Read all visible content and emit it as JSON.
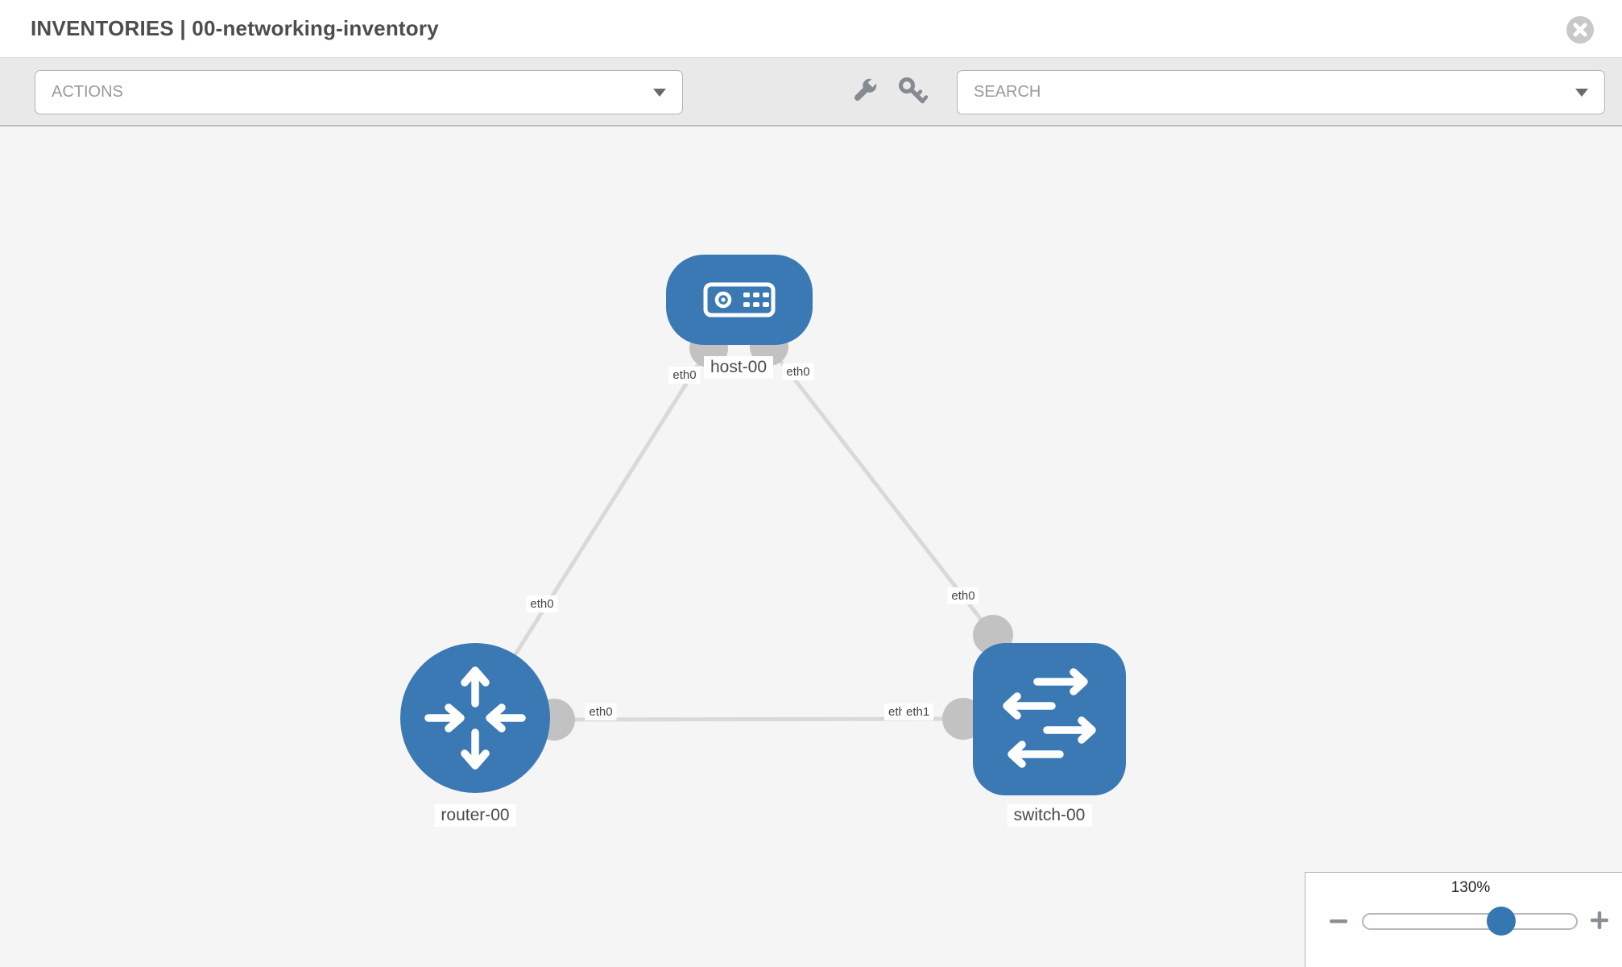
{
  "header": {
    "title": "INVENTORIES | 00-networking-inventory"
  },
  "toolbar": {
    "actions_label": "ACTIONS",
    "search_label": "SEARCH"
  },
  "topology": {
    "nodes": [
      {
        "label": "host-00",
        "type": "host"
      },
      {
        "label": "router-00",
        "type": "router"
      },
      {
        "label": "switch-00",
        "type": "switch"
      }
    ],
    "interface_labels": {
      "host_end_to_router": "eth0",
      "host_end_to_switch": "eth0",
      "router_end_to_host": "eth0",
      "switch_end_to_host": "eth0",
      "router_end_to_switch": "eth0",
      "switch_end_to_router_back": "eth0",
      "switch_end_to_router": "eth1"
    }
  },
  "zoom_control": {
    "level": "130%"
  },
  "icons": {
    "close": "circle-x",
    "tools": [
      "wrench",
      "key"
    ],
    "dropdown": "chevron-down"
  },
  "colors": {
    "node_blue": "#3a79b4",
    "link_gray": "#d9d9d9",
    "port_gray": "#c2c2c2",
    "slider_blue": "#3577b1"
  }
}
